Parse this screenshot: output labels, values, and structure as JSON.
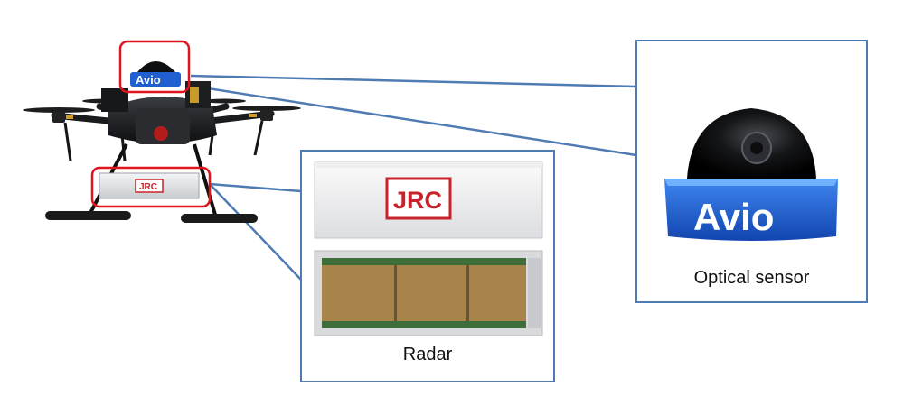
{
  "optical_panel": {
    "caption": "Optical sensor",
    "brand_label": "Avio"
  },
  "radar_panel": {
    "caption": "Radar",
    "brand_label": "JRC"
  },
  "drone": {
    "radar_brand_label": "JRC",
    "camera_brand_label": "Avio"
  },
  "colors": {
    "connector_line": "#4f7bb3",
    "highlight_box": "#e0141e",
    "avio_blue": "#1f5fd0",
    "jrc_red": "#c8232c"
  }
}
